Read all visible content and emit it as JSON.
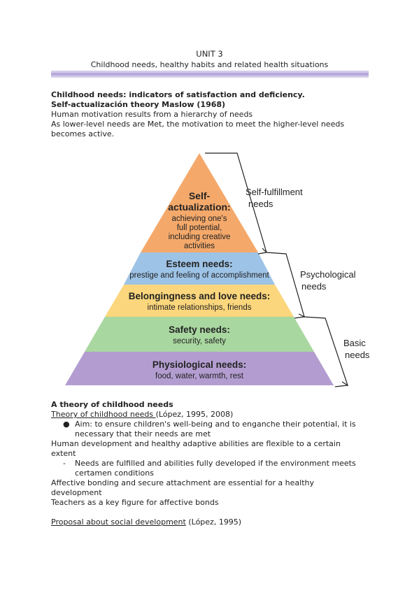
{
  "header": {
    "unit": "UNIT 3",
    "subtitle": "Childhood needs, healthy habits and related health situations"
  },
  "intro": {
    "heading": "Childhood needs: indicators of satisfaction and deficiency.",
    "theory": "Self-actualización theory Maslow (1968)",
    "line1": "Human motivation results from a hierarchy of needs",
    "line2a": "As lower-level needs are Met, the motivation to meet the higher-level needs",
    "line2b": "becomes active."
  },
  "pyramid": {
    "colors": {
      "self": "#f4a96b",
      "esteem": "#9dc3e6",
      "love": "#fbd67c",
      "safety": "#a9d7a0",
      "physio": "#b39dd0"
    },
    "self_title_1": "Self-",
    "self_title_2": "actualization:",
    "self_desc_1": "achieving one's",
    "self_desc_2": "full potential,",
    "self_desc_3": "including creative",
    "self_desc_4": "activities",
    "esteem_title": "Esteem needs:",
    "esteem_desc": "prestige and feeling of accomplishment",
    "love_title": "Belongingness and love needs:",
    "love_desc": "intimate relationships, friends",
    "safety_title": "Safety needs:",
    "safety_desc": "security, safety",
    "physio_title": "Physiological needs:",
    "physio_desc": "food, water, warmth, rest",
    "brace1_a": "Self-fulfillment",
    "brace1_b": "needs",
    "brace2_a": "Psychological",
    "brace2_b": "needs",
    "brace3_a": "Basic",
    "brace3_b": "needs"
  },
  "section2": {
    "heading": "A theory of childhood needs",
    "theory_link": "Theory of childhood needs ",
    "theory_cite": "(López, 1995, 2008)",
    "bullet_1a": "Aim: to ensure children's well-being and to enganche their potential, it is",
    "bullet_1b": "necessary that their needs are met",
    "line_a": "Human development and healthy adaptive abilities are flexible to a certain",
    "line_b": "extent",
    "dash_1a": "Needs are fulfilled and abilities fully developed if the environment meets",
    "dash_1b": "certamen conditions",
    "line_c": "Affective bonding and secure attachment are essential for a healthy",
    "line_d": "development",
    "line_e": "Teachers as a key figure for affective bonds",
    "proposal_link": "Proposal about social development",
    "proposal_cite": " (López, 1995)"
  }
}
